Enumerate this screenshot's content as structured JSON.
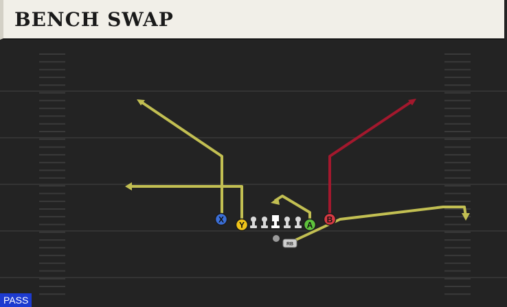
{
  "title": "BENCH SWAP",
  "play_type_badge": "PASS",
  "players": [
    {
      "id": "X",
      "label": "X",
      "color": "#3b6fd8",
      "role": "receiver"
    },
    {
      "id": "Y",
      "label": "Y",
      "color": "#f0c419",
      "role": "receiver"
    },
    {
      "id": "A",
      "label": "A",
      "color": "#5ec23c",
      "role": "receiver"
    },
    {
      "id": "B",
      "label": "B",
      "color": "#d63b43",
      "role": "receiver"
    },
    {
      "id": "RB",
      "label": "RB",
      "color": "#cfcfcf",
      "role": "running-back"
    }
  ],
  "colors": {
    "route_default": "#c2bf52",
    "route_highlight": "#a3182d",
    "background": "#232323",
    "line_pieces": "#d9d9d9",
    "center": "#ffffff"
  }
}
